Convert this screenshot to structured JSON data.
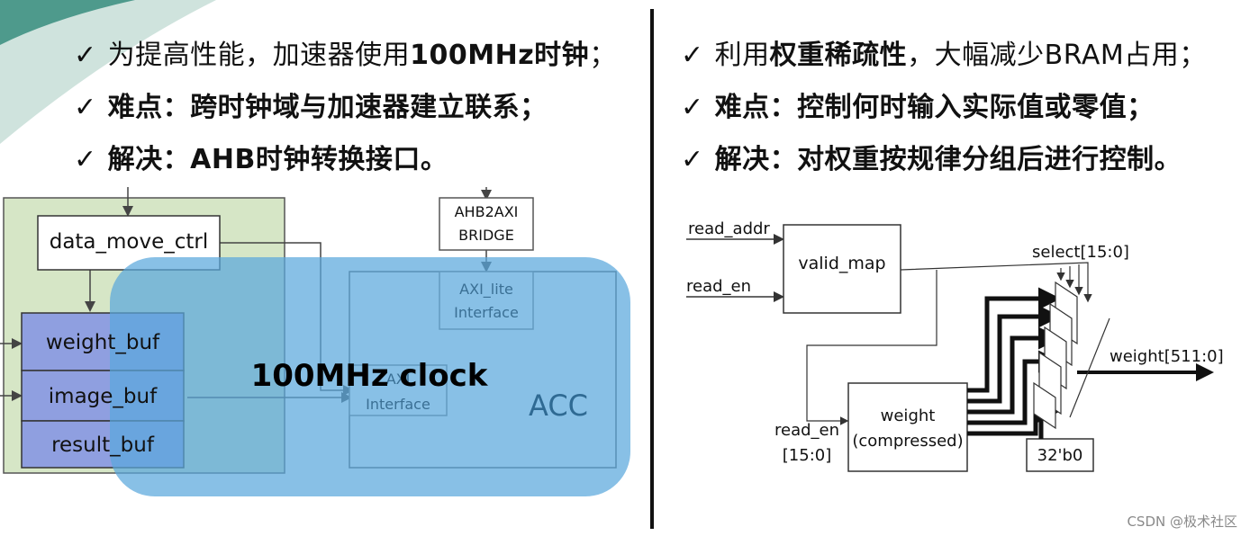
{
  "left_bullets": [
    {
      "pre": "为提高性能，加速器使用",
      "bold": "100MHz时钟",
      "post": "；"
    },
    {
      "pre": "",
      "bold": "难点：跨时钟域与加速器建立联系；",
      "post": ""
    },
    {
      "pre": "",
      "bold": "解决：AHB时钟转换接口。",
      "post": ""
    }
  ],
  "right_bullets": [
    {
      "pre": "利用",
      "bold": "权重稀疏性",
      "post": "，大幅减少BRAM占用；"
    },
    {
      "pre": "",
      "bold": "难点：控制何时输入实际值或零值；",
      "post": ""
    },
    {
      "pre": "",
      "bold": "解决：对权重按规律分组后进行控制。",
      "post": ""
    }
  ],
  "tick": "✓",
  "left_diagram": {
    "data_move_ctrl": "data_move_ctrl",
    "weight_buf": "weight_buf",
    "image_buf": "image_buf",
    "result_buf": "result_buf",
    "bridge_line1": "AHB2AXI",
    "bridge_line2": "BRIDGE",
    "axi_line1": "AXI_lite",
    "axi_line2": "Interface",
    "axi2_line1": "AXI",
    "axi2_line2": "Interface",
    "acc": "ACC",
    "clock": "100MHz clock"
  },
  "right_diagram": {
    "read_addr": "read_addr",
    "read_en": "read_en",
    "valid_map": "valid_map",
    "select": "select[15:0]",
    "weight_out": "weight[511:0]",
    "read_en2_line1": "read_en",
    "read_en2_line2": "[15:0]",
    "weight_line1": "weight",
    "weight_line2": "(compressed)",
    "zero": "32'b0"
  },
  "watermark": "CSDN @极术社区",
  "colors": {
    "green_panel": "#d6e6c6",
    "buf_fill": "#8f9fe0",
    "clock_overlay": "#5aa7dc",
    "corner_teal": "#4e9a8c"
  }
}
